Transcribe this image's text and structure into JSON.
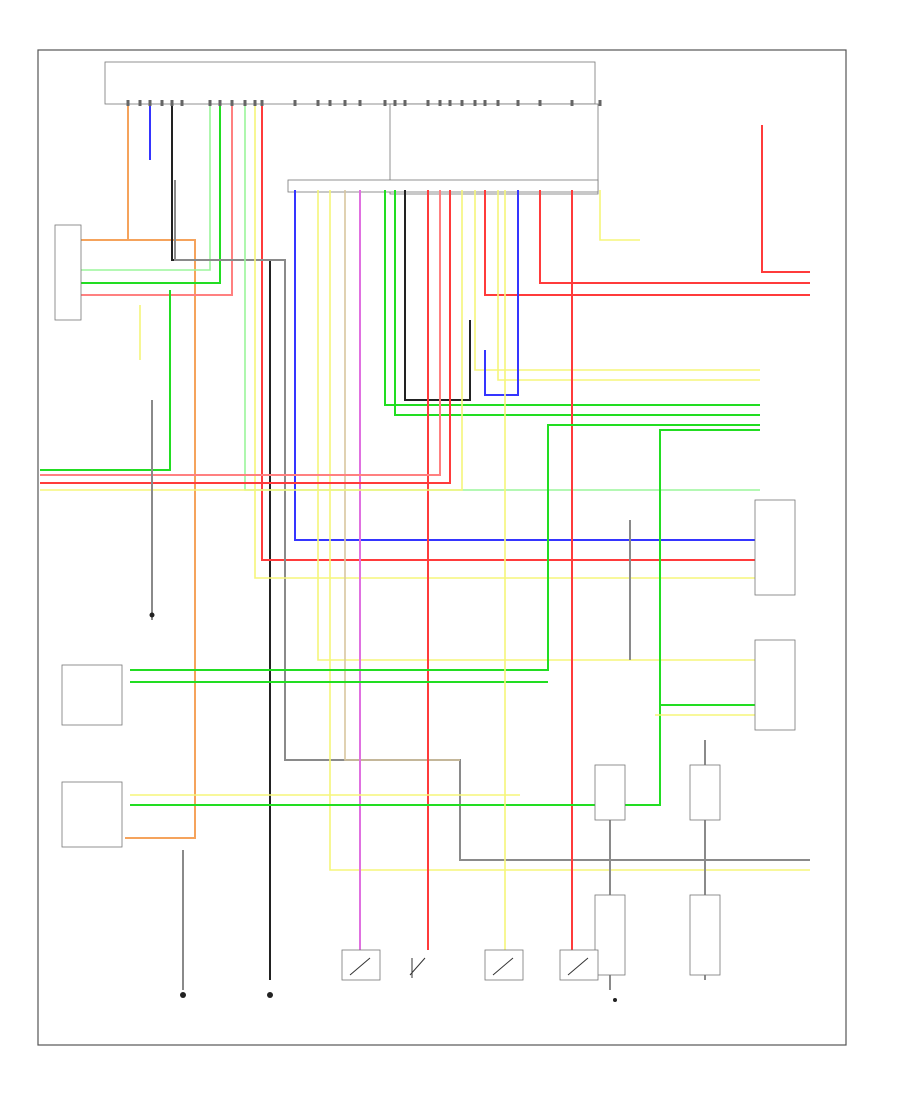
{
  "diagram": {
    "page_id": "",
    "colors": {
      "orange": "#f5a35c",
      "blue": "#3535ff",
      "lightgreen": "#9bf59b",
      "green": "#22dd22",
      "red": "#ff3b3b",
      "pink": "#ff8080",
      "yellow": "#f5f57a",
      "gray": "#8a8a8a",
      "violet": "#e070e0",
      "tan": "#d8c6a0",
      "black": "#222222"
    },
    "components": [
      {
        "id": "a-x-control-module",
        "label": ""
      },
      {
        "id": "power-seat-memory-switch",
        "label": ""
      },
      {
        "id": "lumbar-support-switch",
        "label": ""
      },
      {
        "id": "front-passenger-seat-switch",
        "label": ""
      },
      {
        "id": "left-front-door-motor",
        "label": ""
      },
      {
        "id": "right-front-door-motor",
        "label": ""
      },
      {
        "id": "left-rear-door-motor",
        "label": ""
      },
      {
        "id": "right-rear-door-motor",
        "label": ""
      },
      {
        "id": "ground-left",
        "label": ""
      },
      {
        "id": "ground-right",
        "label": ""
      }
    ]
  }
}
